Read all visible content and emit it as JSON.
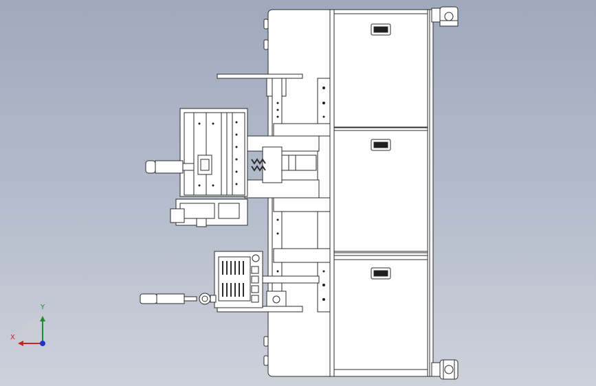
{
  "viewport": {
    "background_top": "#9fa8bd",
    "background_bottom": "#cdd1da"
  },
  "triad": {
    "x_label": "X",
    "y_label": "Y",
    "x_color": "#cc2222",
    "y_color": "#228833",
    "z_color": "#2233cc"
  },
  "model": {
    "line_color": "#2b2b2b",
    "fill_color": "#ffffff",
    "cabinet_drawers": 3
  }
}
